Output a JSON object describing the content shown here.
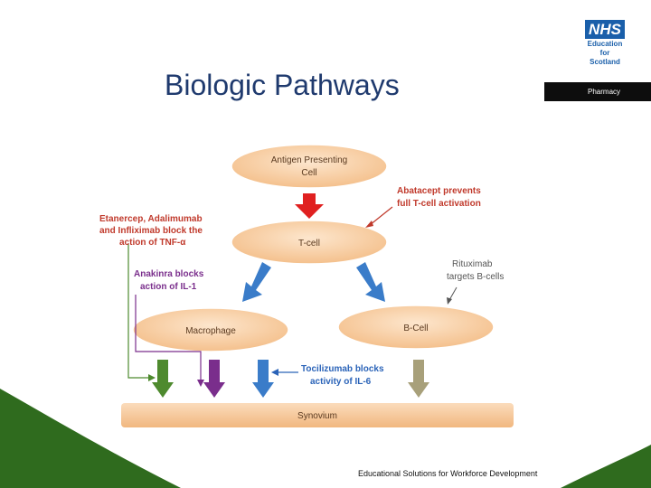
{
  "slide": {
    "title": "Biologic Pathways",
    "footer": "Educational Solutions for Workforce Development"
  },
  "branding": {
    "logo_text": "NHS",
    "logo_sub": [
      "Education",
      "for",
      "Scotland"
    ],
    "section_label": "Pharmacy"
  },
  "diagram": {
    "nodes": {
      "apc": [
        "Antigen Presenting",
        "Cell"
      ],
      "tcell": "T-cell",
      "macrophage": "Macrophage",
      "bcell": "B-Cell",
      "synovium": "Synovium"
    },
    "annotations": {
      "abatacept": [
        "Abatacept prevents",
        "full T-cell activation"
      ],
      "tnf": [
        "Etanercep, Adalimumab",
        "and Infliximab block the",
        "action of TNF-α"
      ],
      "anakinra": [
        "Anakinra blocks",
        "action of IL-1"
      ],
      "rituximab": [
        "Rituximab",
        "targets B-cells"
      ],
      "tocilizumab": [
        "Tocilizumab blocks",
        "activity of IL-6"
      ]
    }
  },
  "colors": {
    "node_fill": "#f7cfa6",
    "red": "#e02020",
    "blue": "#3a7cc9",
    "green": "#4e8a2e",
    "purple": "#7a2e8c",
    "khaki": "#a8a07a",
    "background_swoosh": "#2f6b1e"
  }
}
